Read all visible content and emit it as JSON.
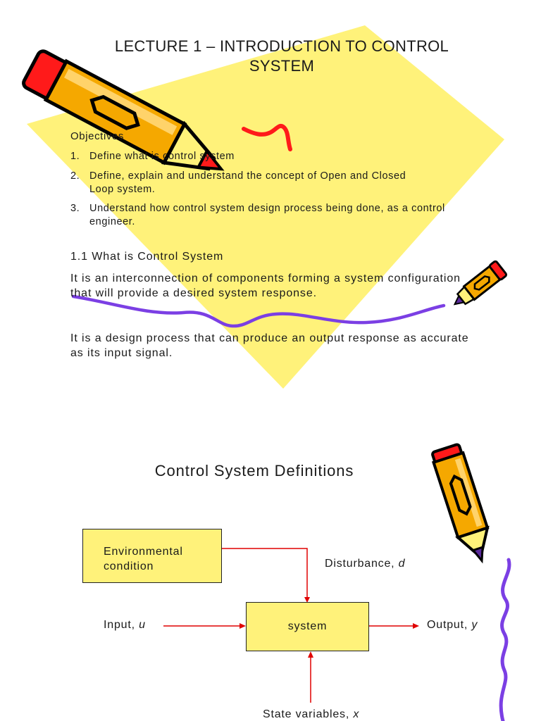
{
  "slide1": {
    "title_line1": "LECTURE 1 – INTRODUCTION TO CONTROL",
    "title_line2": "SYSTEM",
    "objectives_heading": "Objectives",
    "objectives": [
      {
        "num": "1.",
        "text": "Define what is control system"
      },
      {
        "num": "2.",
        "text": "Define, explain and understand the concept of Open and Closed Loop system."
      },
      {
        "num": "3.",
        "text": "Understand how control system design process being done, as a control engineer."
      }
    ],
    "section_heading": "1.1 What is Control System",
    "paragraph1": "It is an interconnection of components forming a system configuration that will provide a desired system response.",
    "paragraph2": "It is a design process that can produce an output response as accurate as its input signal."
  },
  "slide2": {
    "title": "Control System Definitions",
    "diagram": {
      "env_box_line1": "Environmental",
      "env_box_line2": "condition",
      "system_box": "system",
      "disturbance_label": "Disturbance, ",
      "disturbance_var": "d",
      "input_label": "Input, ",
      "input_var": "u",
      "output_label": "Output, ",
      "output_var": "y",
      "state_label": "State variables, ",
      "state_var": "x"
    }
  },
  "colors": {
    "highlight_yellow": "#fff27a",
    "arrow_red": "#e00000",
    "squiggle_purple": "#7b3fe4",
    "pencil_orange": "#f5a800",
    "pencil_red": "#ff1a1a"
  },
  "icons": [
    "pencil-icon-large",
    "pencil-icon-small",
    "pencil-icon-vertical"
  ]
}
